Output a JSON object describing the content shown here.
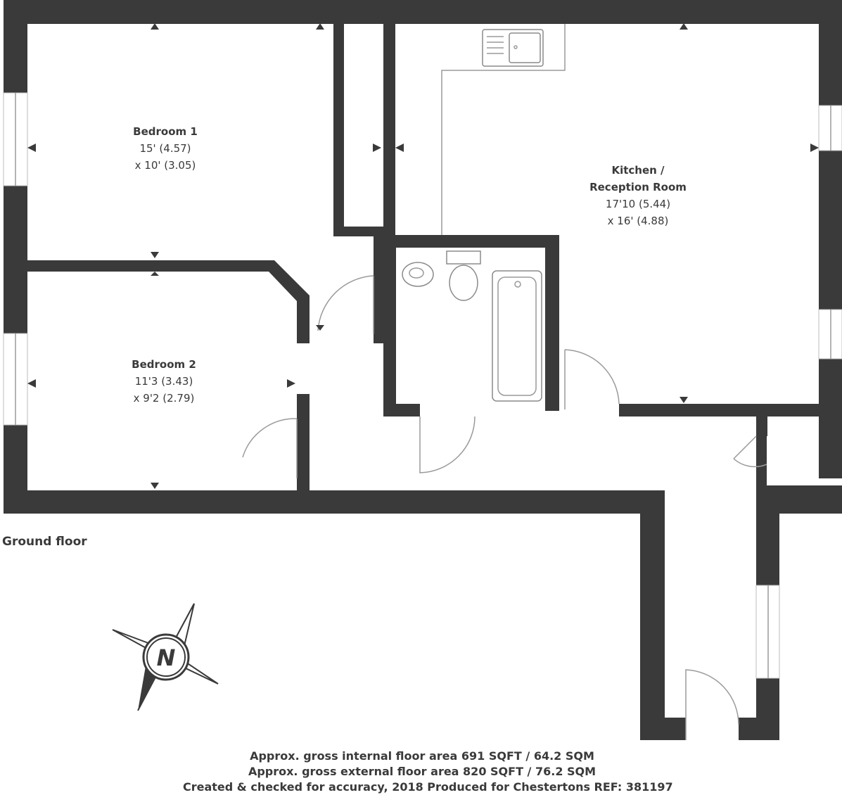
{
  "rooms": {
    "bedroom1": {
      "name": "Bedroom 1",
      "dim1": "15' (4.57)",
      "dim2": "x 10' (3.05)"
    },
    "bedroom2": {
      "name": "Bedroom 2",
      "dim1": "11'3 (3.43)",
      "dim2": "x 9'2 (2.79)"
    },
    "kitchen": {
      "name_line1": "Kitchen /",
      "name_line2": "Reception Room",
      "dim1": "17'10 (5.44)",
      "dim2": "x 16' (4.88)"
    }
  },
  "floor_name": "Ground floor",
  "compass": {
    "letter": "N"
  },
  "areas": {
    "internal": "Approx. gross internal floor area 691 SQFT / 64.2 SQM",
    "external": "Approx. gross external floor area 820 SQFT / 76.2 SQM",
    "note": "Created & checked for accuracy, 2018 Produced for Chestertons REF: 381197"
  },
  "colors": {
    "wall": "#3a3a3a",
    "background": "#ffffff"
  }
}
